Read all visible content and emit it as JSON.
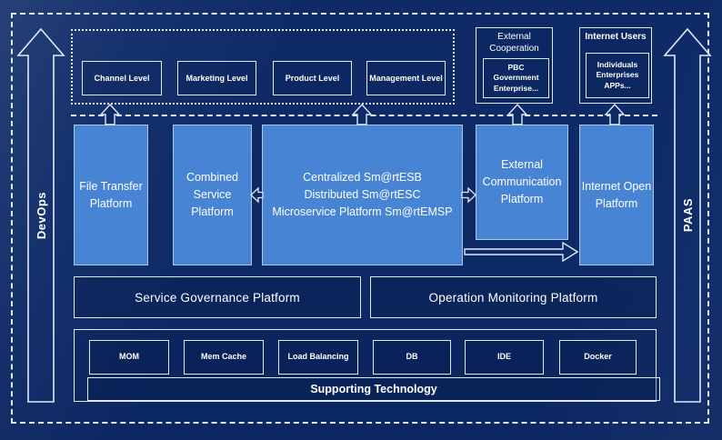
{
  "diagram": {
    "side_rails": {
      "left_label": "DevOps",
      "right_label": "PAAS"
    },
    "levels": [
      "Channel Level",
      "Marketing Level",
      "Product Level",
      "Management Level"
    ],
    "external_cooperation": {
      "title": "External Cooperation",
      "members": "PBC Government Enterprise..."
    },
    "internet_users": {
      "title": "Internet Users",
      "members": "Individuals Enterprises APPs..."
    },
    "platforms": {
      "file_transfer": "File Transfer Platform",
      "combined_service": "Combined Service Platform",
      "esb": [
        "Centralized Sm@rtESB",
        "Distributed Sm@rtESC",
        "Microservice Platform Sm@rtEMSP"
      ],
      "external_communication": "External Communication Platform",
      "internet_open": "Internet Open Platform"
    },
    "management": {
      "service_governance": "Service Governance Platform",
      "operation_monitoring": "Operation Monitoring Platform"
    },
    "supporting": {
      "title": "Supporting Technology",
      "items": [
        "MOM",
        "Mem Cache",
        "Load Balancing",
        "DB",
        "IDE",
        "Docker"
      ]
    },
    "colors": {
      "background": "#0d2a66",
      "platform_fill": "#4784d4",
      "platform_border": "#aac8ec",
      "line": "#dfe9f7",
      "text": "#ffffff"
    }
  }
}
